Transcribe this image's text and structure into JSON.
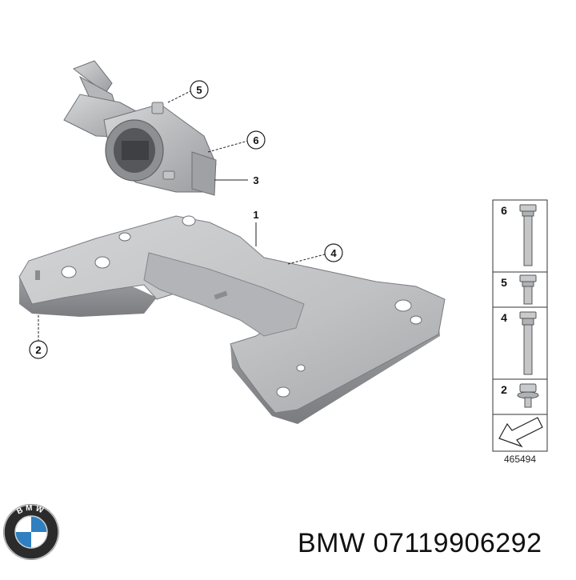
{
  "callouts": {
    "c1": "1",
    "c2": "2",
    "c3": "3",
    "c4": "4",
    "c5": "5",
    "c6": "6"
  },
  "fastener_panel": {
    "rows": [
      "6",
      "5",
      "4",
      "2"
    ],
    "diagram_id": "465494"
  },
  "footer": {
    "brand": "BMW",
    "part_number": "07119906292",
    "logo_letters": "BMW"
  },
  "colors": {
    "metal_light": "#c9cacc",
    "metal_mid": "#a9abae",
    "metal_dark": "#7d7f83",
    "logo_blue": "#2f7fc1"
  }
}
